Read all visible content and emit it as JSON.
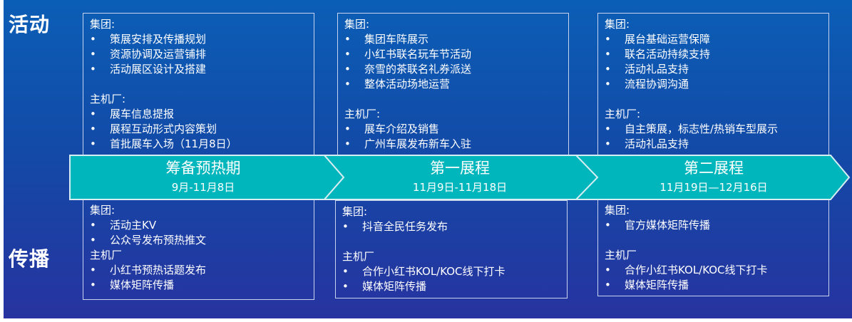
{
  "side_labels": {
    "activity": "活动",
    "communication": "传播"
  },
  "bullet": "•",
  "phases": [
    {
      "title": "筹备预热期",
      "date": "9月-11月8日"
    },
    {
      "title": "第一展程",
      "date": "11月9日-11月18日"
    },
    {
      "title": "第二展程",
      "date": "11月19日—12月16日"
    }
  ],
  "activity_boxes": [
    {
      "lines": [
        {
          "kind": "heading",
          "text": "集团:"
        },
        {
          "kind": "bullet",
          "text": "策展安排及传播规划"
        },
        {
          "kind": "bullet",
          "text": "资源协调及运营铺排"
        },
        {
          "kind": "bullet",
          "text": "活动展区设计及搭建"
        },
        {
          "kind": "blank",
          "text": ""
        },
        {
          "kind": "heading",
          "text": "主机厂:"
        },
        {
          "kind": "bullet",
          "text": "展车信息提报"
        },
        {
          "kind": "bullet",
          "text": "展程互动形式内容策划"
        },
        {
          "kind": "bullet",
          "text": "首批展车入场（11月8日）"
        }
      ]
    },
    {
      "lines": [
        {
          "kind": "heading",
          "text": "集团:"
        },
        {
          "kind": "bullet",
          "text": "集团车阵展示"
        },
        {
          "kind": "bullet",
          "text": "小红书联名玩车节活动"
        },
        {
          "kind": "bullet",
          "text": "奈雪的茶联名礼券派送"
        },
        {
          "kind": "bullet",
          "text": "整体活动场地运营"
        },
        {
          "kind": "blank",
          "text": ""
        },
        {
          "kind": "heading",
          "text": "主机厂:"
        },
        {
          "kind": "bullet",
          "text": "展车介绍及销售"
        },
        {
          "kind": "bullet",
          "text": "广州车展发布新车入驻"
        }
      ]
    },
    {
      "lines": [
        {
          "kind": "heading",
          "text": "集团:"
        },
        {
          "kind": "bullet",
          "text": "展台基础运营保障"
        },
        {
          "kind": "bullet",
          "text": "联名活动持续支持"
        },
        {
          "kind": "bullet",
          "text": "活动礼品支持"
        },
        {
          "kind": "bullet",
          "text": "流程协调沟通"
        },
        {
          "kind": "blank",
          "text": ""
        },
        {
          "kind": "heading",
          "text": "主机厂:"
        },
        {
          "kind": "bullet",
          "text": "自主策展，标志性/热销车型展示"
        },
        {
          "kind": "bullet",
          "text": "活动礼品支持"
        }
      ]
    }
  ],
  "communication_boxes": [
    {
      "lines": [
        {
          "kind": "heading",
          "text": "集团:"
        },
        {
          "kind": "bullet",
          "text": "活动主KV"
        },
        {
          "kind": "bullet",
          "text": "公众号发布预热推文"
        },
        {
          "kind": "heading",
          "text": "主机厂"
        },
        {
          "kind": "bullet",
          "text": "小红书预热话题发布"
        },
        {
          "kind": "bullet",
          "text": "媒体矩阵传播"
        }
      ]
    },
    {
      "lines": [
        {
          "kind": "heading",
          "text": "集团:"
        },
        {
          "kind": "bullet",
          "text": "抖音全民任务发布"
        },
        {
          "kind": "blank",
          "text": ""
        },
        {
          "kind": "heading",
          "text": "主机厂"
        },
        {
          "kind": "bullet",
          "text": "合作小红书KOL/KOC线下打卡"
        },
        {
          "kind": "bullet",
          "text": "媒体矩阵传播"
        }
      ]
    },
    {
      "lines": [
        {
          "kind": "heading",
          "text": "集团:"
        },
        {
          "kind": "bullet",
          "text": "官方媒体矩阵传播"
        },
        {
          "kind": "blank",
          "text": ""
        },
        {
          "kind": "heading",
          "text": "主机厂"
        },
        {
          "kind": "bullet",
          "text": "合作小红书KOL/KOC线下打卡"
        },
        {
          "kind": "bullet",
          "text": "媒体矩阵传播"
        }
      ]
    }
  ],
  "colors": {
    "chevron_fill": "#00b6bd",
    "chevron_stroke": "#d6eef2",
    "box_border": "#c8d4ee"
  }
}
